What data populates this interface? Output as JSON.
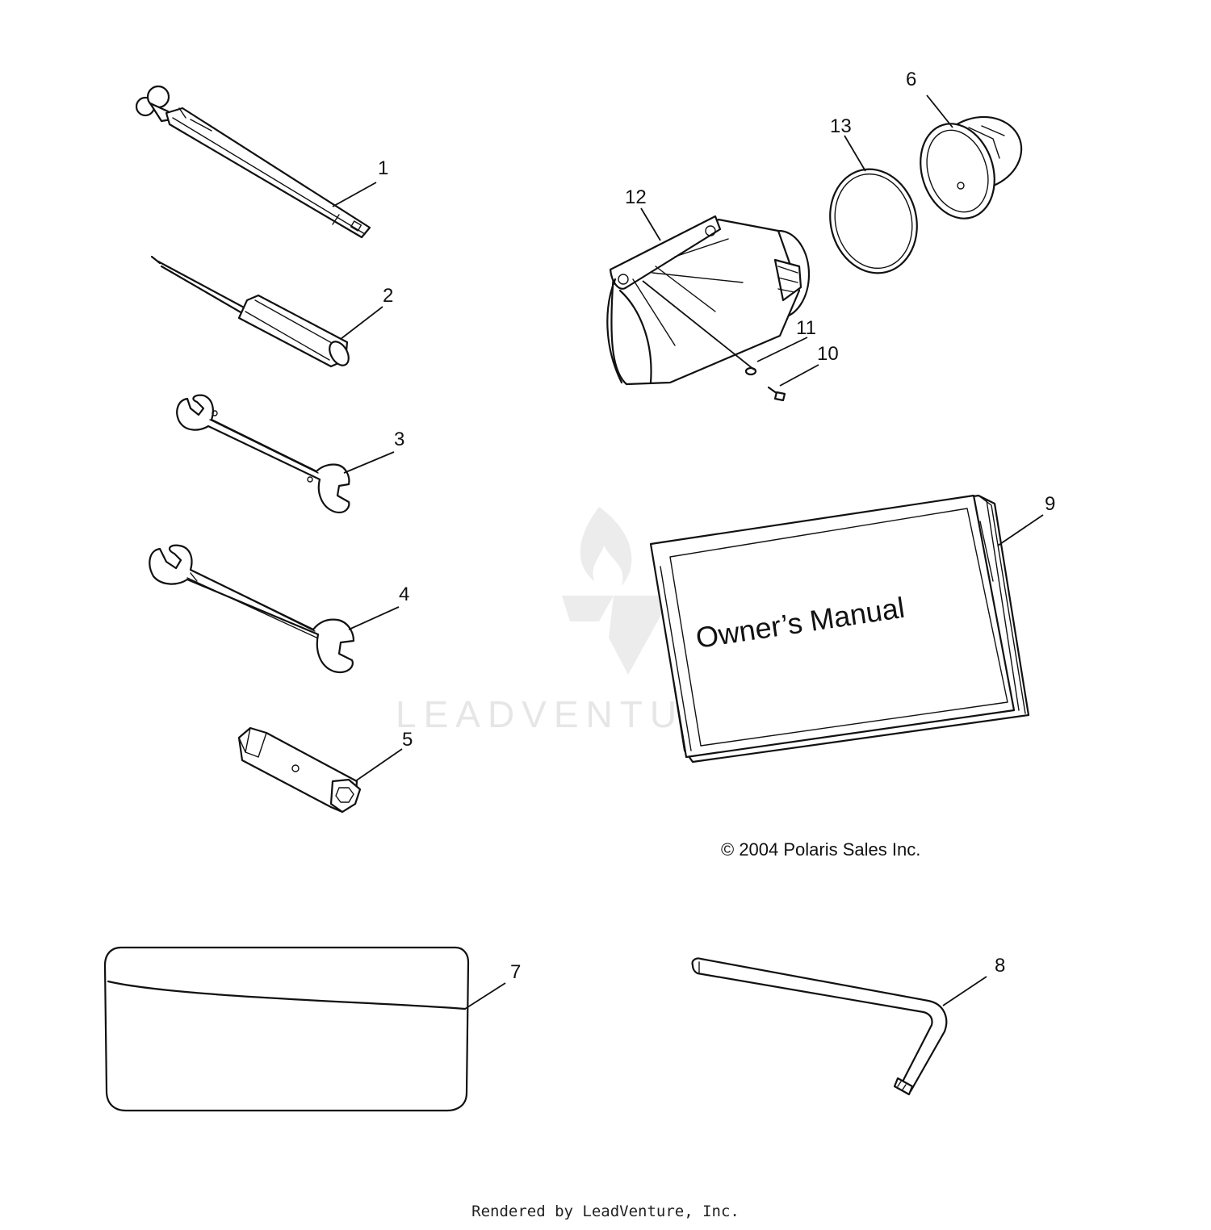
{
  "callouts": [
    "1",
    "2",
    "3",
    "4",
    "5",
    "6",
    "7",
    "8",
    "9",
    "10",
    "11",
    "12",
    "13"
  ],
  "manual_title": "Owner’s Manual",
  "copyright": "© 2004 Polaris Sales Inc.",
  "watermark": "LEADVENTURE",
  "footer": "Rendered by LeadVenture, Inc."
}
